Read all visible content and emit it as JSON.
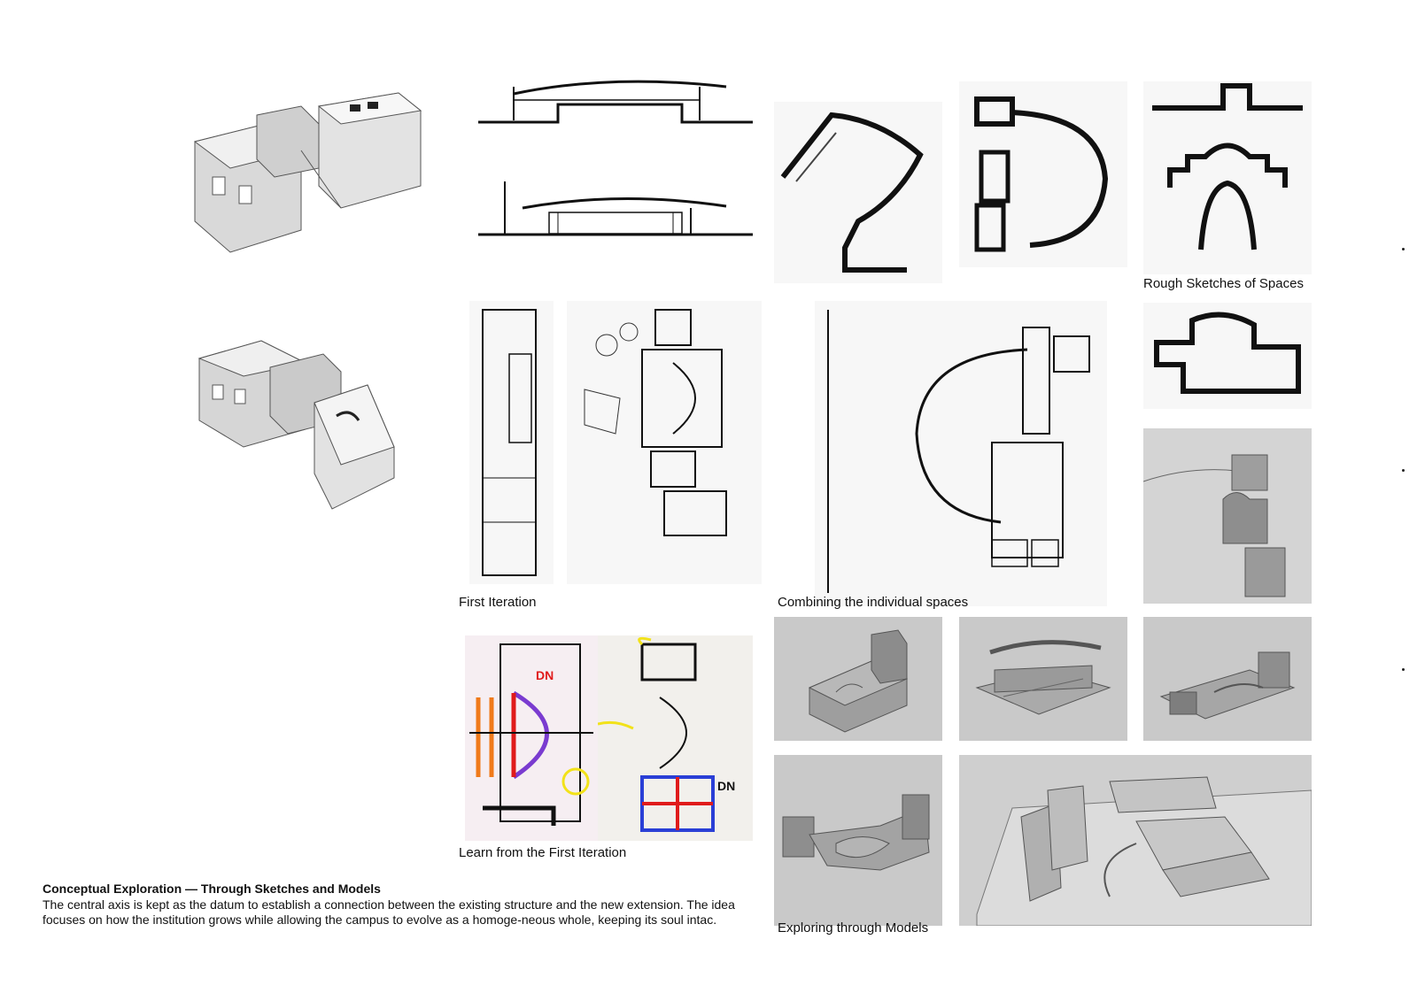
{
  "captions": {
    "rough_sketches": "Rough Sketches of Spaces",
    "first_iteration": "First Iteration",
    "combining": "Combining the individual spaces",
    "learn": "Learn from the First Iteration",
    "models": "Exploring through Models"
  },
  "description": {
    "title": "Conceptual Exploration — Through Sketches and Models",
    "body": "The central axis is kept as the datum to establish a connection between the existing structure and the new extension. The idea focuses on how the institution grows while allowing the campus to evolve as a homoge-neous whole, keeping its soul intac."
  },
  "annotations": {
    "dn_left": "DN",
    "dn_right": "DN"
  },
  "colors": {
    "ink": "#111111",
    "model_grey": "#bdbdbd",
    "photo_bg": "#c9c9c9",
    "markup_red": "#e01b1b",
    "markup_orange": "#f07a1a",
    "markup_blue": "#2a3fd6",
    "markup_purple": "#7a3bd0",
    "markup_yellow": "#f2e21a"
  }
}
